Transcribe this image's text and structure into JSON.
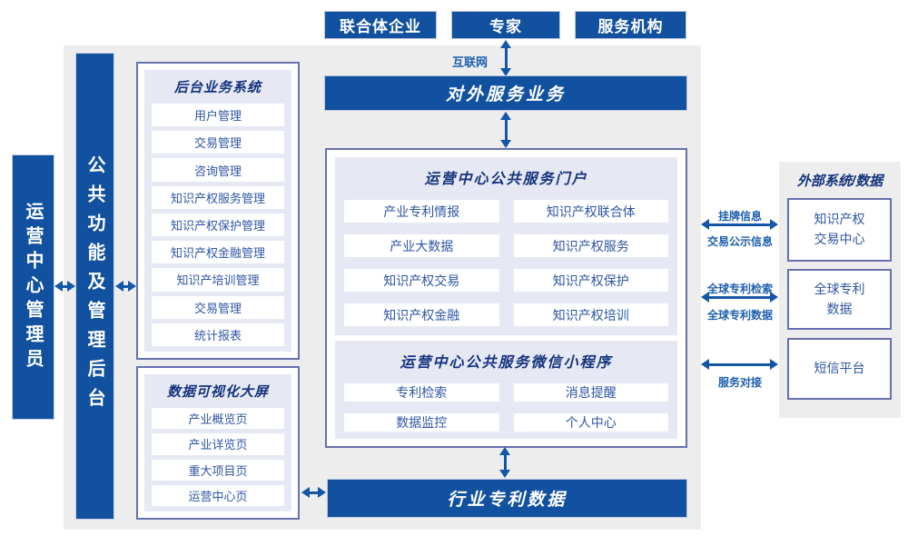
{
  "colors": {
    "primary": "#11519f",
    "arrow": "#1457a7",
    "panel": "#e6e9f4",
    "border": "#6671ad",
    "title_text": "#14337d",
    "item_text": "#2e56a4",
    "label_text": "#1d5fae",
    "bg": "#ededee"
  },
  "top_actors": [
    "联合体企业",
    "专家",
    "服务机构"
  ],
  "internet_label": "互联网",
  "bars": {
    "external_service": "对外服务业务",
    "industry_patent": "行业专利数据"
  },
  "rails": {
    "admin": "运营中心管理员",
    "backend": "公共功能及管理后台"
  },
  "backend_system": {
    "title": "后台业务系统",
    "items": [
      "用户管理",
      "交易管理",
      "咨询管理",
      "知识产权服务管理",
      "知识产权保护管理",
      "知识产权金融管理",
      "知识产培训管理",
      "交易管理",
      "统计报表"
    ]
  },
  "dashboard": {
    "title": "数据可视化大屏",
    "items": [
      "产业概览页",
      "产业详览页",
      "重大项目页",
      "运营中心页"
    ]
  },
  "portal": {
    "title": "运营中心公共服务门户",
    "items": [
      "产业专利情报",
      "知识产权联合体",
      "产业大数据",
      "知识产权服务",
      "知识产权交易",
      "知识产权保护",
      "知识产权金融",
      "知识产权培训"
    ]
  },
  "miniprogram": {
    "title": "运营中心公共服务微信小程序",
    "items": [
      "专利检索",
      "消息提醒",
      "数据监控",
      "个人中心"
    ]
  },
  "external_panel": {
    "title": "外部系统/数据",
    "systems": [
      {
        "lines": [
          "知识产权",
          "交易中心"
        ]
      },
      {
        "lines": [
          "全球专利",
          "数据"
        ]
      },
      {
        "lines": [
          "短信平台"
        ]
      }
    ]
  },
  "link_labels": {
    "listing_info": "挂牌信息",
    "trade_publicity": "交易公示信息",
    "global_patent_search": "全球专利检索",
    "global_patent_data": "全球专利数据",
    "service_connect": "服务对接"
  }
}
